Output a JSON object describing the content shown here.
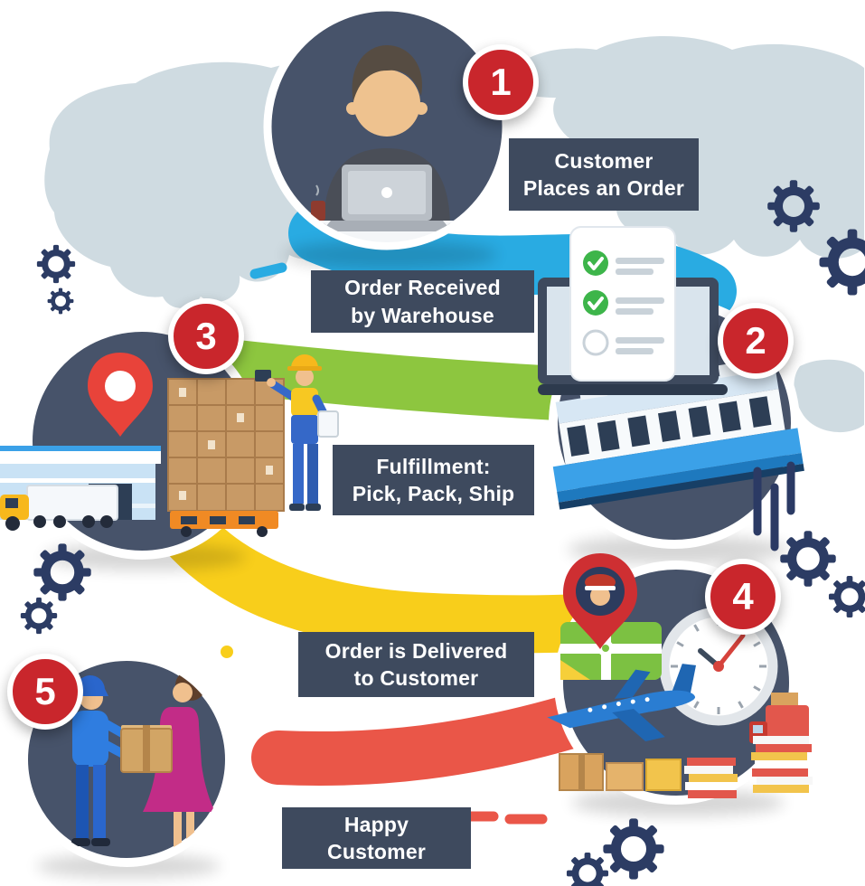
{
  "steps": [
    {
      "number": "1",
      "label": "Customer\nPlaces an Order",
      "icon": "customer-at-laptop"
    },
    {
      "number": "2",
      "label": "Order Received\nby Warehouse",
      "icon": "warehouse-loading-dock-with-checklist"
    },
    {
      "number": "3",
      "label": "Fulfillment:\nPick, Pack, Ship",
      "icon": "warehouse-pick-pack-ship"
    },
    {
      "number": "4",
      "label": "Order is Delivered\nto Customer",
      "icon": "plane-clock-map-pin-delivery"
    },
    {
      "number": "5",
      "label": "Happy\nCustomer",
      "icon": "courier-handing-box-to-customer"
    }
  ],
  "colors": {
    "badge_red": "#C9262C",
    "label_background": "#3E4A5E",
    "circle_background": "#47536A",
    "ribbon_blue": "#29ABE2",
    "ribbon_green": "#8DC63F",
    "ribbon_yellow": "#F8CE1B",
    "ribbon_red": "#EA5648",
    "gear_navy": "#2C3C64",
    "map_gray": "#CFDBE1"
  }
}
